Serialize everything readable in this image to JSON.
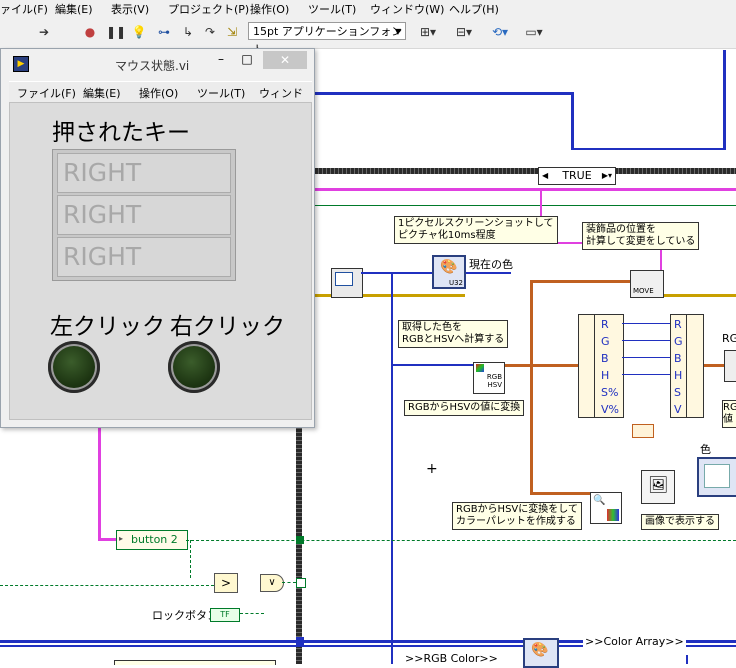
{
  "menubar": {
    "items": [
      "ァイル(F)",
      "編集(E)",
      "表示(V)",
      "プロジェクト(P)",
      "操作(O)",
      "ツール(T)",
      "ウィンドウ(W)",
      "ヘルプ(H)"
    ]
  },
  "toolbar": {
    "font_label": "15pt アプリケーションフォント"
  },
  "diagram": {
    "case_selector": "TRUE",
    "note_screenshot": "1ピクセルスクリーンショットして\nピクチャ化10ms程度",
    "note_decoration": "装飾品の位置を\n計算して変更をしている",
    "label_current_color": "現在の色",
    "note_get_color": "取得した色を\nRGBとHSVへ計算する",
    "note_rgb_hsv": "RGBからHSVの値に変換",
    "note_palette": "RGBからHSVに変換をして\nカラーパレットを作成する",
    "note_image": "画像で表示する",
    "label_color": "色",
    "button_label": "button 2",
    "lock_label": "ロックボタン",
    "tf_label": "TF",
    "move_label": "MOVE",
    "rgbhsv_top": "RGB",
    "rgbhsv_bottom": "HSV",
    "u32_label": "U32",
    "color_array": "Color Array",
    "rgb_color": "RGB Color",
    "unbundle_fields": [
      "R",
      "G",
      "B",
      "H",
      "S%",
      "V%"
    ],
    "bundle_fields": [
      "R",
      "G",
      "B",
      "H",
      "S",
      "V"
    ],
    "edge_rgb": "RG",
    "edge_value": "RG",
    "edge_value2": "値"
  },
  "front_panel": {
    "title": "マウス状態.vi",
    "menu": [
      "ファイル(F)",
      "編集(E)",
      "操作(O)",
      "ツール(T)",
      "ウィンドウ("
    ],
    "pressed_keys_label": "押されたキー",
    "keys": [
      "RIGHT",
      "RIGHT",
      "RIGHT"
    ],
    "left_click_label": "左クリック",
    "right_click_label": "右クリック"
  },
  "colors": {
    "pink_wire": "#e040e0",
    "blue_wire": "#2030c0",
    "orange_wire": "#c06020",
    "green_wire": "#007a2a",
    "dark_frame": "#2a2a2a",
    "led_off": "#1d3512"
  }
}
